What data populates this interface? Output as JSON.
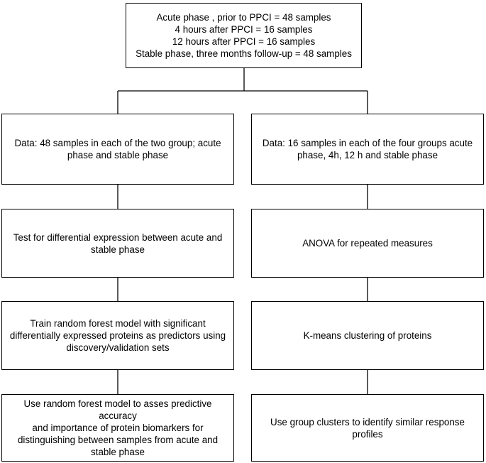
{
  "top_box": {
    "lines": [
      "Acute phase , prior to PPCI = 48 samples",
      "4 hours after PPCI = 16 samples",
      "12 hours after PPCI = 16 samples",
      "Stable phase, three months follow-up = 48 samples"
    ]
  },
  "left_column": {
    "box1": "Data: 48 samples in each of the two group; acute phase and stable phase",
    "box2": "Test for differential expression between acute and stable phase",
    "box3": "Train random forest model with significant differentially expressed proteins as predictors using discovery/validation sets",
    "box4": {
      "lines": [
        "Use random forest model to asses predictive accuracy",
        "and importance of protein biomarkers for distinguishing between samples from acute and stable phase"
      ]
    }
  },
  "right_column": {
    "box1": "Data: 16 samples in each of the four groups acute phase, 4h, 12 h and stable phase",
    "box2": "ANOVA for repeated measures",
    "box3": "K-means clustering of proteins",
    "box4": "Use group clusters to identify similar response profiles"
  }
}
